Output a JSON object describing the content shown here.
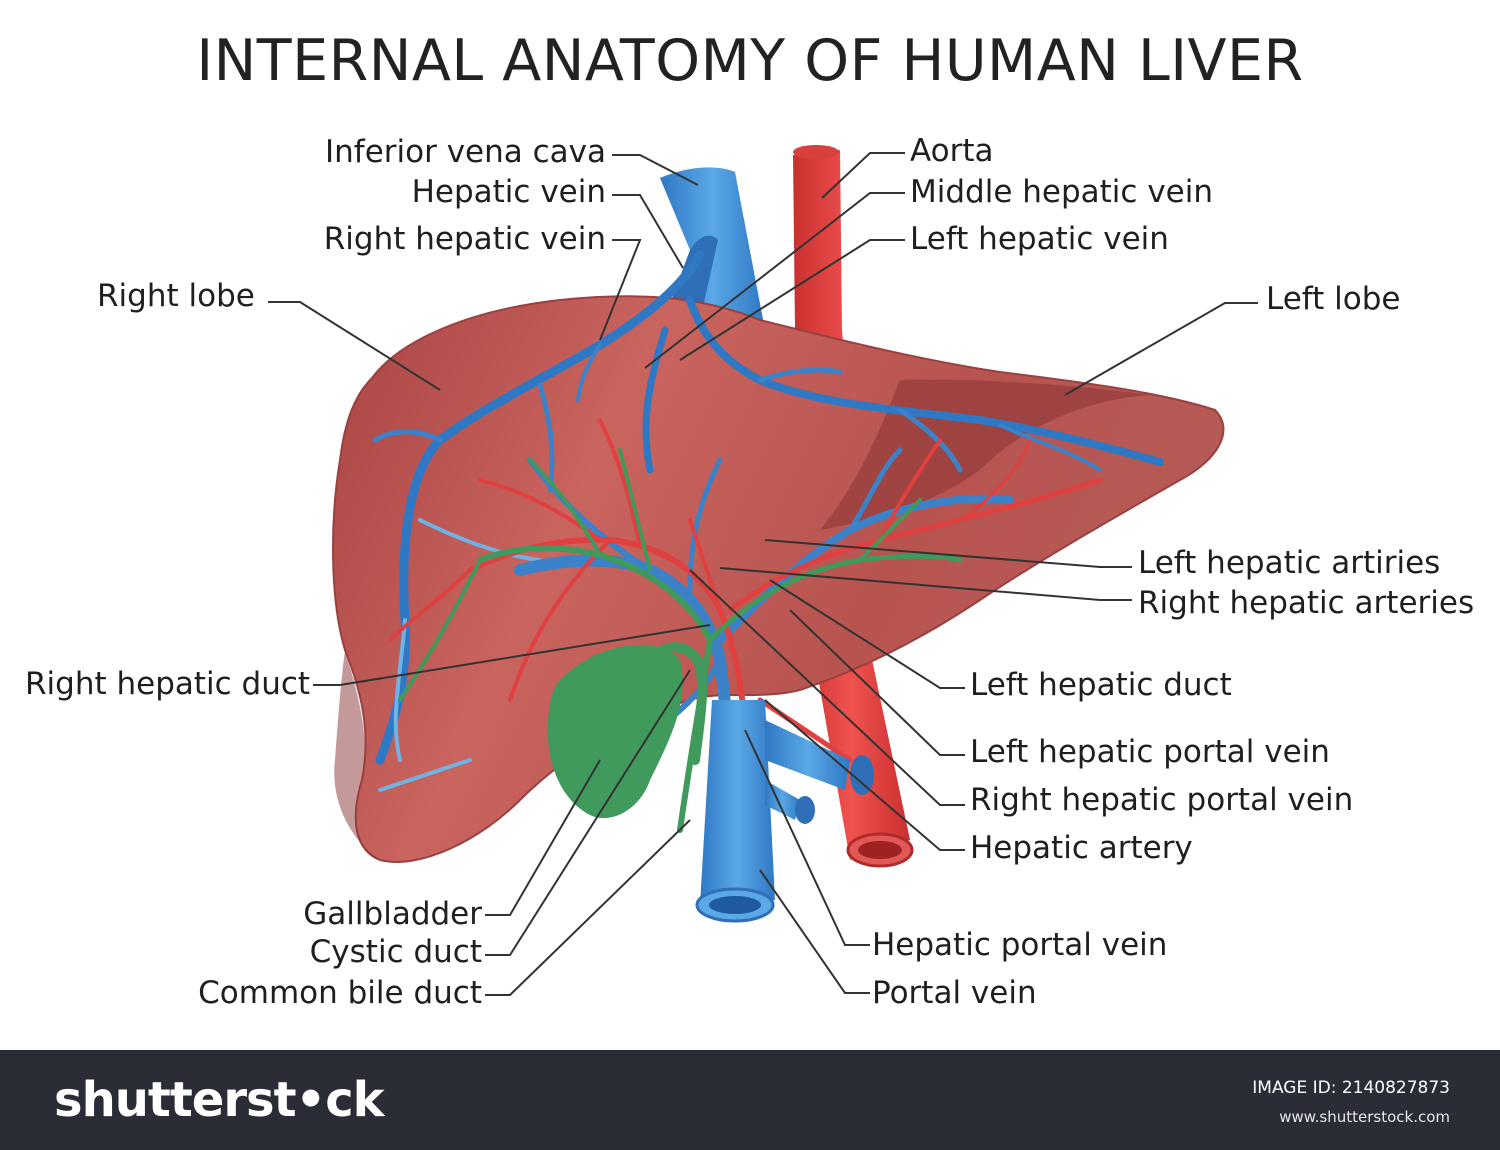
{
  "title": "INTERNAL ANATOMY OF HUMAN LIVER",
  "colors": {
    "liver": "#c05a55",
    "liver_dark": "#8e3a3a",
    "vein": "#3b82c8",
    "vein_light": "#6fb3e6",
    "artery": "#e0403f",
    "duct": "#3f9a5c"
  },
  "labels": {
    "inferior_vena_cava": "Inferior vena cava",
    "hepatic_vein": "Hepatic vein",
    "right_hepatic_vein": "Right hepatic vein",
    "right_lobe": "Right lobe",
    "aorta": "Aorta",
    "middle_hepatic_vein": "Middle hepatic vein",
    "left_hepatic_vein": "Left hepatic vein",
    "left_lobe": "Left lobe",
    "left_hepatic_artiries": "Left hepatic artiries",
    "right_hepatic_arteries": "Right  hepatic arteries",
    "right_hepatic_duct": "Right hepatic duct",
    "left_hepatic_duct": "Left hepatic duct",
    "left_hepatic_portal_vein": "Left hepatic portal vein",
    "right_hepatic_portal_vein": "Right hepatic portal vein",
    "hepatic_artery": "Hepatic artery",
    "gallbladder": "Gallbladder",
    "cystic_duct": "Cystic duct",
    "common_bile_duct": "Common bile duct",
    "hepatic_portal_vein": "Hepatic portal vein",
    "portal_vein": "Portal vein"
  },
  "footer": {
    "logo": "shutterst•ck",
    "image_id": "IMAGE ID: 2140827873",
    "site": "www.shutterstock.com"
  }
}
